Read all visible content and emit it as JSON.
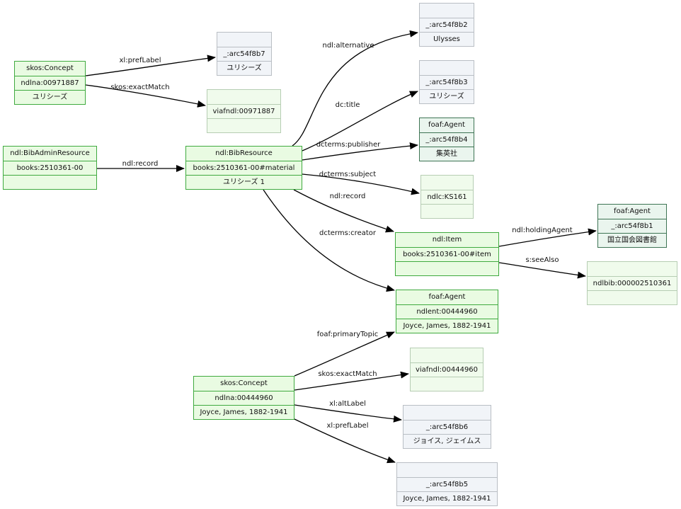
{
  "nodes": {
    "concept_top": [
      "skos:Concept",
      "ndlna:00971887",
      "ユリシーズ"
    ],
    "arc_b7": [
      "",
      "_:arc54f8b7",
      "ユリシーズ"
    ],
    "viaf_top": [
      "",
      "viafndl:00971887",
      ""
    ],
    "admin": [
      "ndl:BibAdminResource",
      "books:2510361-00",
      ""
    ],
    "bib": [
      "ndl:BibResource",
      "books:2510361-00#material",
      "ユリシーズ 1"
    ],
    "arc_b2": [
      "",
      "_:arc54f8b2",
      "Ulysses"
    ],
    "arc_b3": [
      "",
      "_:arc54f8b3",
      "ユリシーズ"
    ],
    "agent_b4": [
      "foaf:Agent",
      "_:arc54f8b4",
      "集英社"
    ],
    "ndlc": [
      "",
      "ndlc:KS161",
      ""
    ],
    "item": [
      "ndl:Item",
      "books:2510361-00#item",
      ""
    ],
    "agent_b1": [
      "foaf:Agent",
      "_:arc54f8b1",
      "国立国会図書館"
    ],
    "ndlbib": [
      "",
      "ndlbib:000002510361",
      ""
    ],
    "agent_joyce": [
      "foaf:Agent",
      "ndlent:00444960",
      "Joyce, James, 1882-1941"
    ],
    "viaf_bottom": [
      "",
      "viafndl:00444960",
      ""
    ],
    "concept_bottom": [
      "skos:Concept",
      "ndlna:00444960",
      "Joyce, James, 1882-1941"
    ],
    "arc_b6": [
      "",
      "_:arc54f8b6",
      "ジョイス, ジェイムス"
    ],
    "arc_b5": [
      "",
      "_:arc54f8b5",
      "Joyce, James, 1882-1941"
    ]
  },
  "edges": [
    {
      "label": "xl:prefLabel"
    },
    {
      "label": "skos:exactMatch"
    },
    {
      "label": "ndl:record"
    },
    {
      "label": "ndl:alternative"
    },
    {
      "label": "dc:title"
    },
    {
      "label": "dcterms:publisher"
    },
    {
      "label": "dcterms:subject"
    },
    {
      "label": "ndl:record"
    },
    {
      "label": "dcterms:creator"
    },
    {
      "label": "ndl:holdingAgent"
    },
    {
      "label": "s:seeAlso"
    },
    {
      "label": "foaf:primaryTopic"
    },
    {
      "label": "skos:exactMatch"
    },
    {
      "label": "xl:altLabel"
    },
    {
      "label": "xl:prefLabel"
    }
  ]
}
